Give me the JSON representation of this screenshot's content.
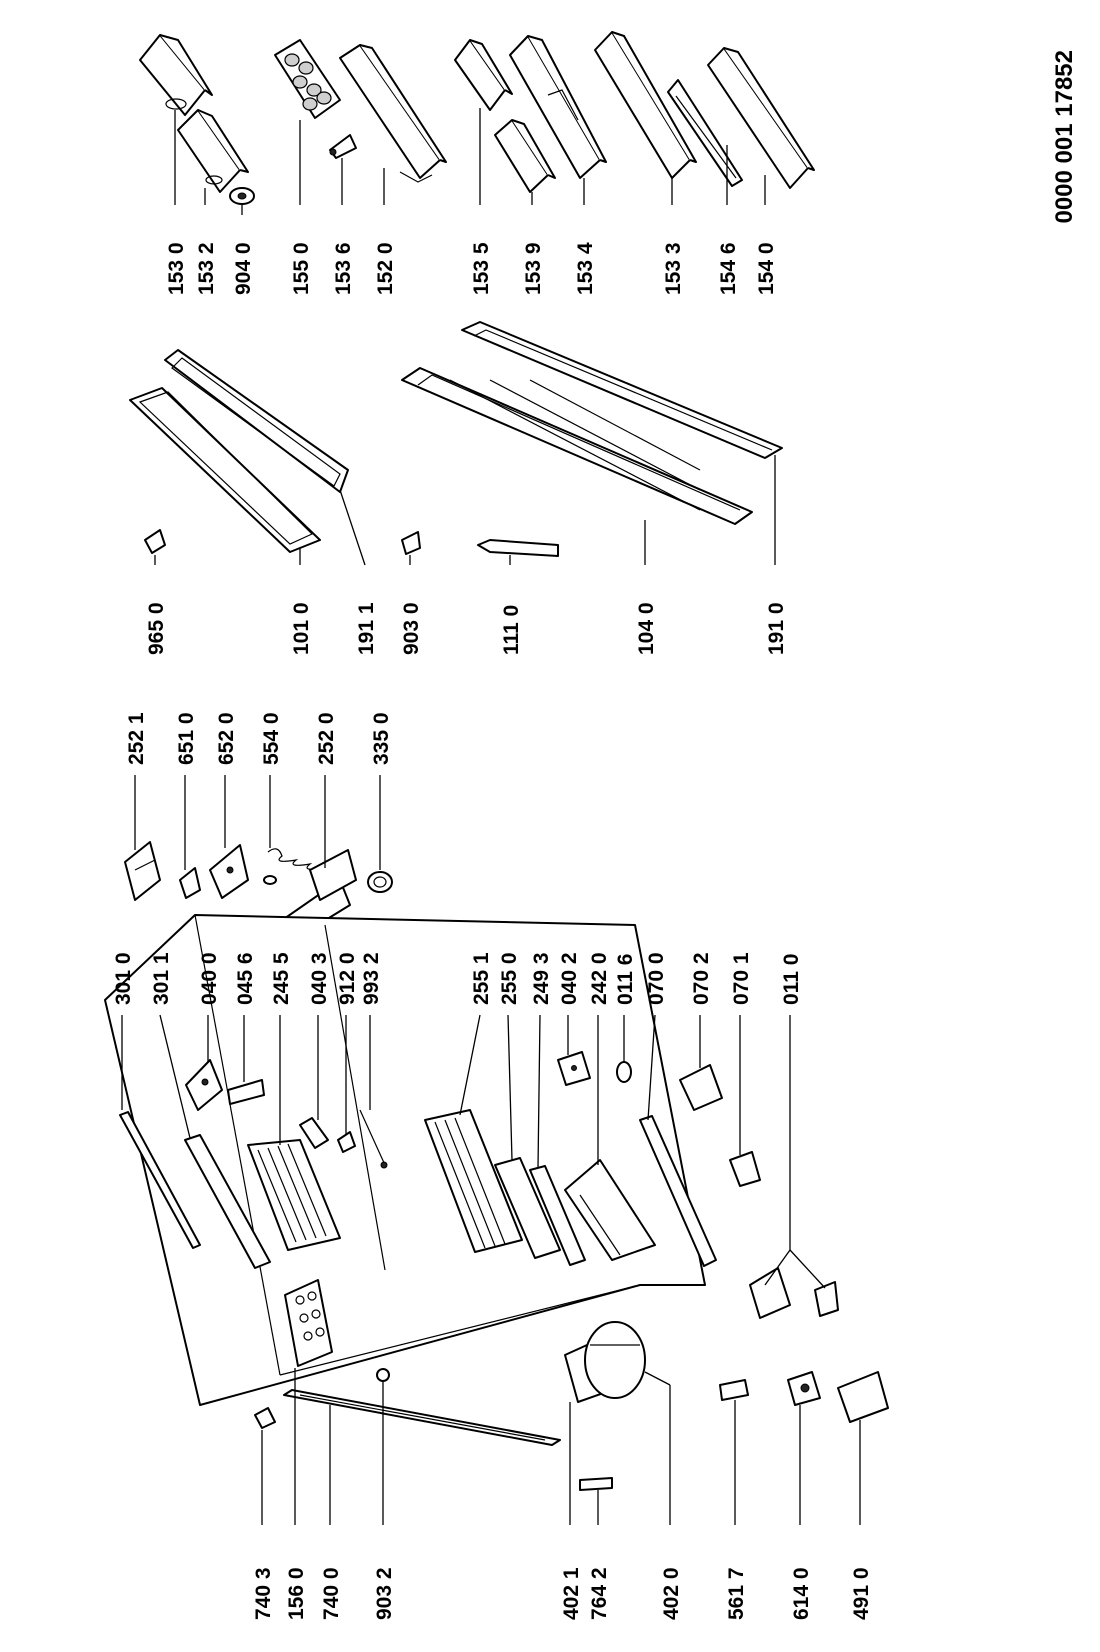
{
  "document_number": "0000 001 17852",
  "labels": {
    "p1530": "153 0",
    "p1532": "153 2",
    "p9040": "904 0",
    "p1550": "155 0",
    "p1536": "153 6",
    "p1520": "152 0",
    "p1535": "153 5",
    "p1539": "153 9",
    "p1534": "153 4",
    "p1533": "153 3",
    "p1546": "154 6",
    "p1540": "154 0",
    "p9650": "965 0",
    "p1010": "101 0",
    "p1911": "191 1",
    "p9030": "903 0",
    "p1110": "111 0",
    "p1040": "104 0",
    "p1910": "191 0",
    "p2521": "252 1",
    "p6510": "651 0",
    "p6520": "652 0",
    "p5540": "554 0",
    "p2520": "252 0",
    "p3350": "335 0",
    "p3010": "301 0",
    "p3011": "301 1",
    "p0400": "040 0",
    "p0456": "045 6",
    "p2455": "245 5",
    "p0403": "040 3",
    "p9120": "912 0",
    "p9932": "993 2",
    "p2551": "255 1",
    "p2550": "255 0",
    "p2493": "249 3",
    "p0402": "040 2",
    "p2420": "242 0",
    "p0116": "011 6",
    "p0700": "070 0",
    "p0702": "070 2",
    "p0701": "070 1",
    "p0110": "011 0",
    "p7403": "740 3",
    "p1560": "156 0",
    "p7400": "740 0",
    "p9032": "903 2",
    "p4021": "402 1",
    "p7642": "764 2",
    "p4020": "402 0",
    "p5617": "561 7",
    "p6140": "614 0",
    "p4910": "491 0"
  }
}
